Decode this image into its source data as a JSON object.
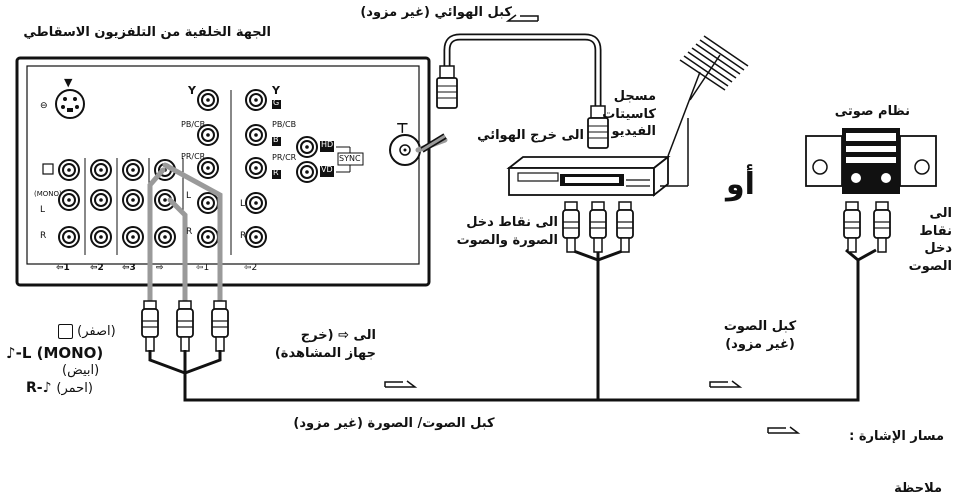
{
  "labels": {
    "tv_rear": "الجهة الخلفية من التلفزيون الاسقاطي",
    "antenna_cable": "كبل الهوائي (غير مزود)",
    "vcr": "مسجل\nكاسيتات\nالفيديو",
    "to_antenna_out": "الى خرج الهوائي",
    "audio_system": "نظام صوتى",
    "or": "أو",
    "to_video_audio_in": "الى نقاط دخل\nالصورة والصوت",
    "to_audio_in": "الى نقاط\nدخل\nالصوت",
    "audio_cable": "كبل الصوت\n(غير مزود)",
    "to_monitor_out": "الى ⇨ (خرج\nجهاز المشاهدة)",
    "av_cable": "كبل الصوت/ الصورة (غير مزود)",
    "signal_path": "مسار الإشارة :",
    "note": "ملاحظة",
    "plug_yellow": "(اصفر)",
    "plug_l_mono": "L (MONO)",
    "plug_white": "(ابيض)",
    "plug_r": "R",
    "plug_red": "(احمر)"
  },
  "panel": {
    "s_video_marker": "▼",
    "y": "Y",
    "pb_cb": "PB/CB",
    "pr_cr": "PR/CR",
    "g": "G",
    "b": "B",
    "r": "R",
    "hd": "HD",
    "vd": "VD",
    "sync": "SYNC",
    "mono": "(MONO)",
    "l": "L",
    "r_small": "R",
    "inputs": [
      "⇦1",
      "⇦2",
      "⇦3",
      "⇨",
      "⇦1",
      "⇦2"
    ],
    "antenna_symbol": "⊤"
  },
  "colors": {
    "line": "#111111",
    "panel_fill": "#ffffff",
    "cable_gray": "#9a9a9a"
  }
}
